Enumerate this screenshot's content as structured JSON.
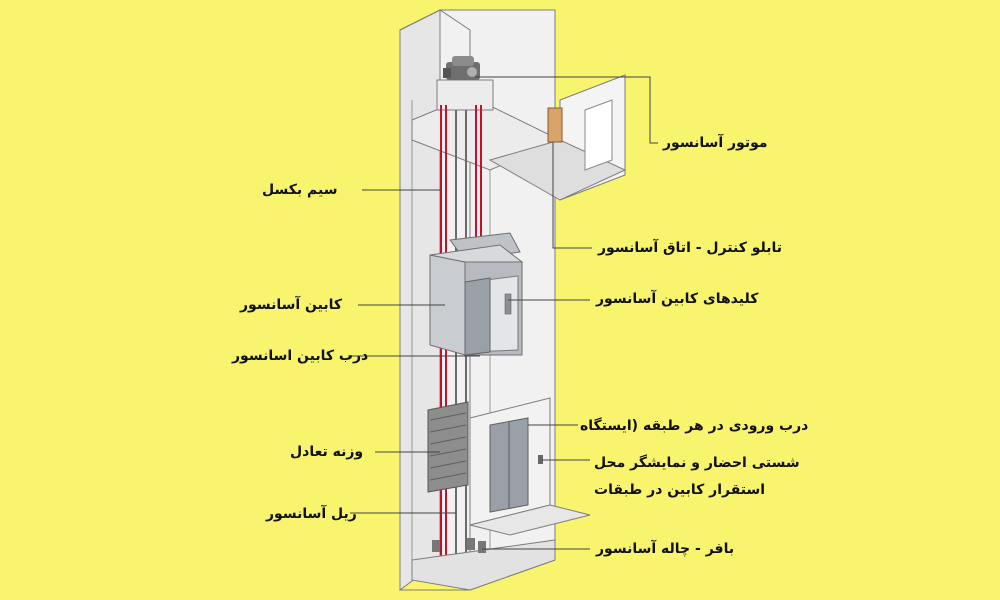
{
  "colors": {
    "background": "#f8f46e",
    "wall": "#f4f4f4",
    "wall_stroke": "#7d7d7d",
    "rope": "#c8102e",
    "leader": "#444444",
    "cabin": "#c9ccd1",
    "door": "#9aa0a8"
  },
  "labels": {
    "motor": "موتور آسانسور",
    "rope": "سیم بکسل",
    "control_panel": "تابلو کنترل - اتاق آسانسور",
    "cabin": "کابین آسانسور",
    "cabin_buttons": "کلیدهای کابین آسانسور",
    "cabin_door": "درب کابین اسانسور",
    "landing_door": "درب ورودی در هر طبقه (ایستگاه",
    "hall_station_line1": "شستی احضار و نمایشگر محل",
    "hall_station_line2": "استقرار کابین در طبقات",
    "counterweight": "وزنه تعادل",
    "rail": "ریل آسانسور",
    "buffer_pit": "بافر - چاله آسانسور"
  }
}
